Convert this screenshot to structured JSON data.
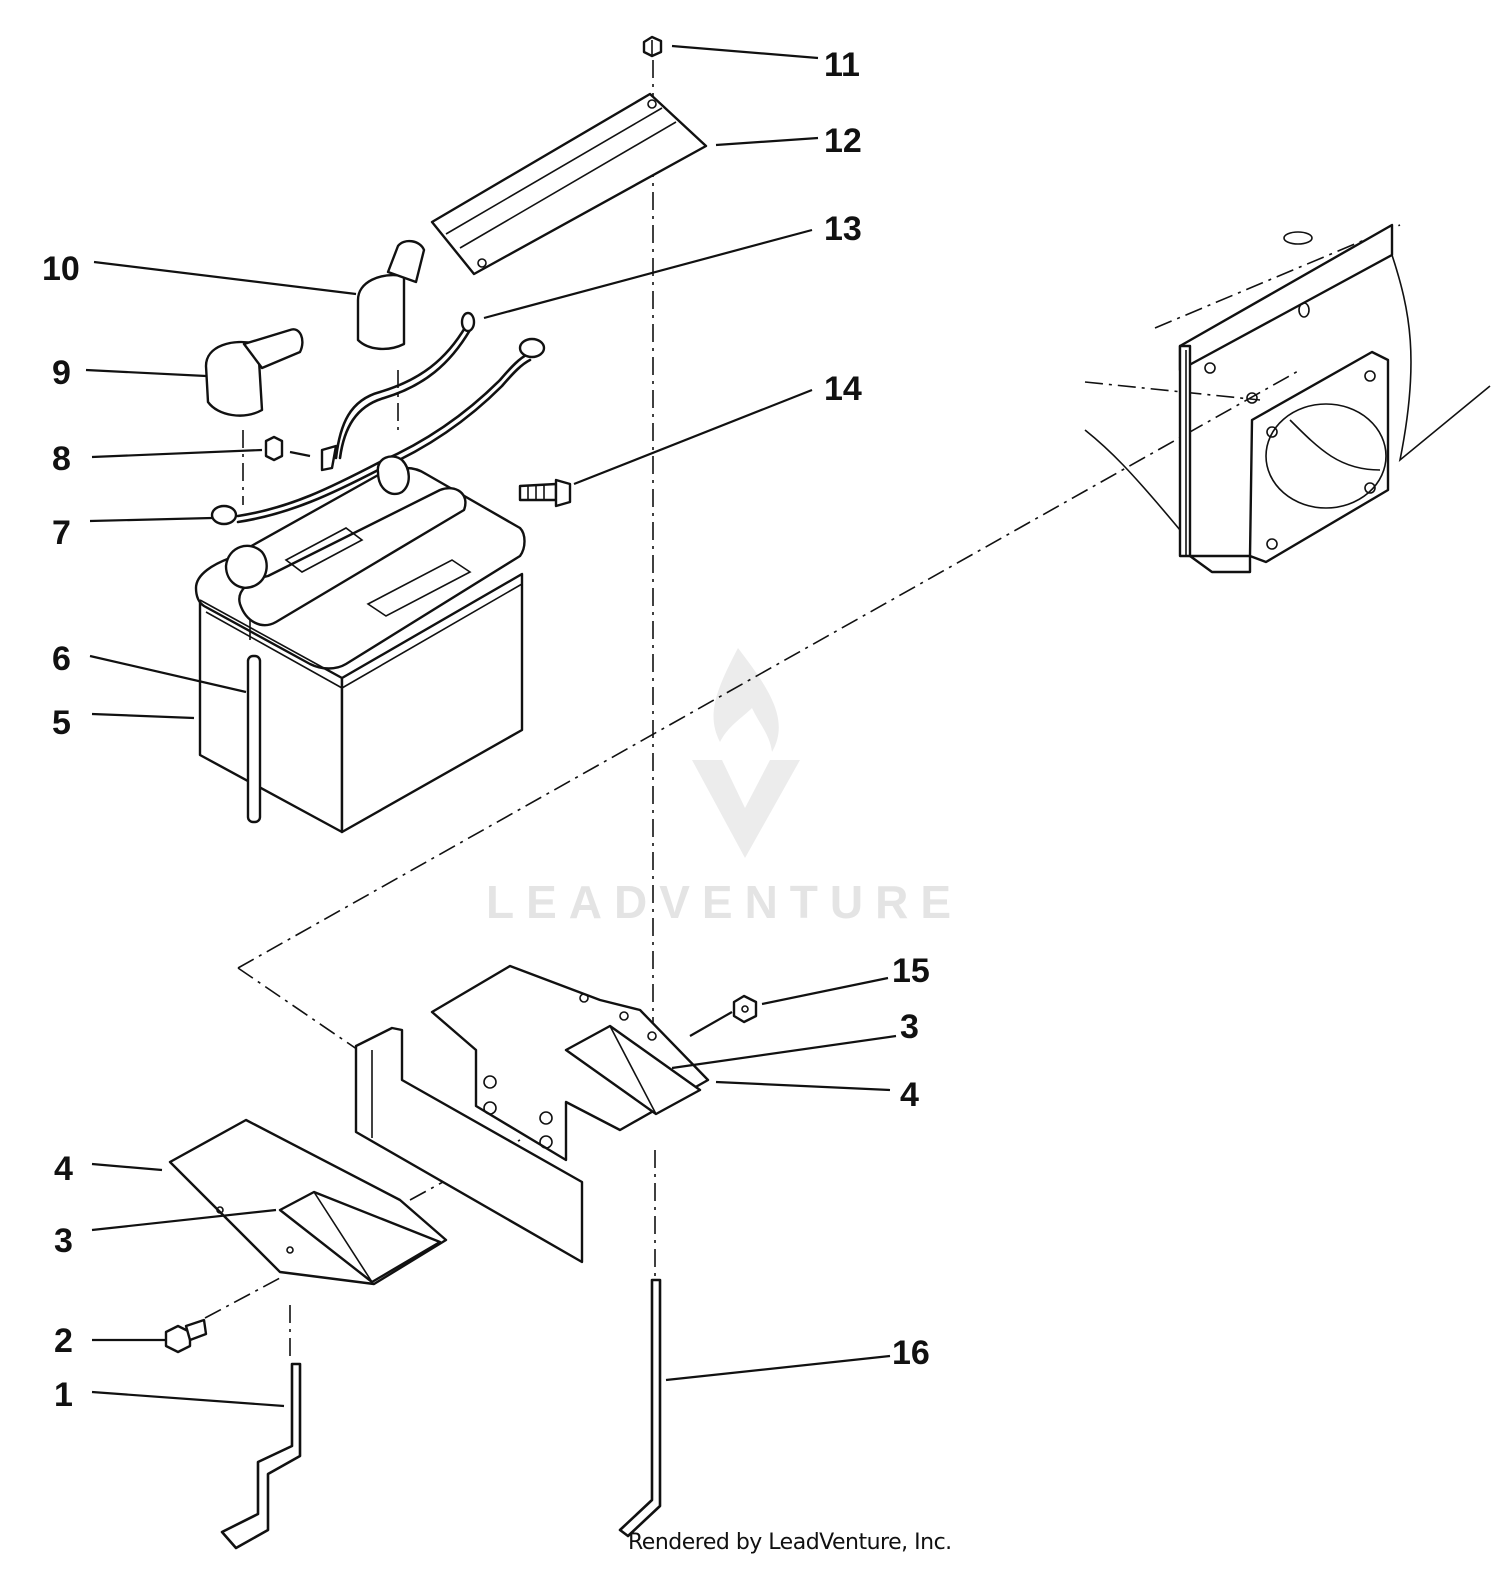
{
  "diagram": {
    "callouts": [
      {
        "id": "c1",
        "label": "1"
      },
      {
        "id": "c2",
        "label": "2"
      },
      {
        "id": "c3a",
        "label": "3"
      },
      {
        "id": "c3b",
        "label": "3"
      },
      {
        "id": "c4a",
        "label": "4"
      },
      {
        "id": "c4b",
        "label": "4"
      },
      {
        "id": "c5",
        "label": "5"
      },
      {
        "id": "c6",
        "label": "6"
      },
      {
        "id": "c7",
        "label": "7"
      },
      {
        "id": "c8",
        "label": "8"
      },
      {
        "id": "c9",
        "label": "9"
      },
      {
        "id": "c10",
        "label": "10"
      },
      {
        "id": "c11",
        "label": "11"
      },
      {
        "id": "c12",
        "label": "12"
      },
      {
        "id": "c13",
        "label": "13"
      },
      {
        "id": "c14",
        "label": "14"
      },
      {
        "id": "c15",
        "label": "15"
      },
      {
        "id": "c16",
        "label": "16"
      }
    ],
    "watermark": "LEADVENTURE",
    "credit": "Rendered by LeadVenture, Inc."
  }
}
